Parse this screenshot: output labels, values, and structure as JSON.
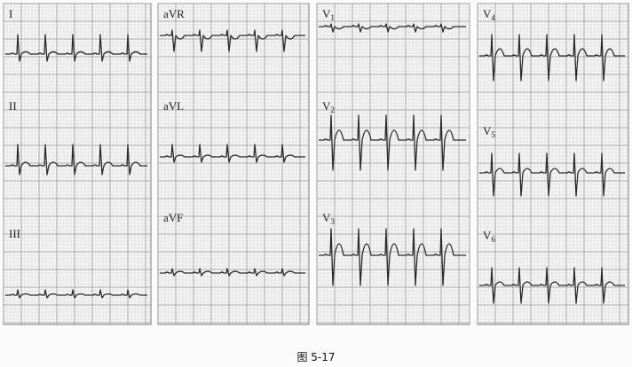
{
  "figure": {
    "caption": "图 5-17"
  },
  "columns": [
    {
      "leads": [
        {
          "id": "I",
          "label": "I",
          "sub": ""
        },
        {
          "id": "II",
          "label": "II",
          "sub": ""
        },
        {
          "id": "III",
          "label": "III",
          "sub": ""
        }
      ]
    },
    {
      "leads": [
        {
          "id": "aVR",
          "label": "aVR",
          "sub": ""
        },
        {
          "id": "aVL",
          "label": "aVL",
          "sub": ""
        },
        {
          "id": "aVF",
          "label": "aVF",
          "sub": ""
        }
      ]
    },
    {
      "leads": [
        {
          "id": "V1",
          "label": "V",
          "sub": "1"
        },
        {
          "id": "V2",
          "label": "V",
          "sub": "2"
        },
        {
          "id": "V3",
          "label": "V",
          "sub": "3"
        }
      ]
    },
    {
      "leads": [
        {
          "id": "V4",
          "label": "V",
          "sub": "4"
        },
        {
          "id": "V5",
          "label": "V",
          "sub": "5"
        },
        {
          "id": "V6",
          "label": "V",
          "sub": "6"
        }
      ]
    }
  ],
  "colors": {
    "grid_major": "#9a9a9a",
    "grid_minor": "#d4d4d4",
    "trace": "#2a2a2a",
    "paper": "#f4f4f4"
  }
}
